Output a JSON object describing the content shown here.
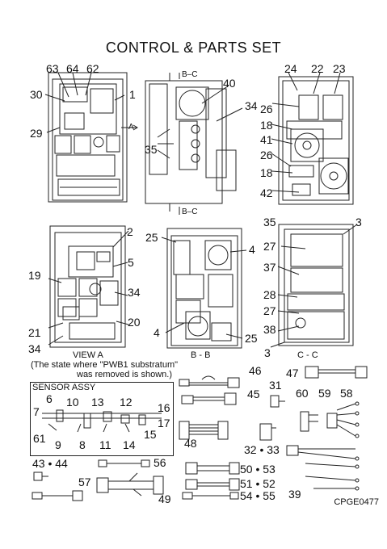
{
  "title": "CONTROL & PARTS SET",
  "views": {
    "top_section_label": "B",
    "top_section_suffix": "C",
    "view_a_caption": "VIEW A",
    "view_a_note_line1": "(The state where \"PWB1 substratum\"",
    "view_a_note_line2": "was removed is shown.)",
    "bb_caption": "B - B",
    "cc_caption": "C - C",
    "arrow_a": "A",
    "bottom_section_label": "B",
    "bottom_section_suffix": "C"
  },
  "sensor_assy": {
    "title": "SENSOR ASSY",
    "labels": [
      "6",
      "7",
      "10",
      "13",
      "12",
      "16",
      "17",
      "15",
      "14",
      "11",
      "8",
      "9",
      "61"
    ]
  },
  "part_numbers": {
    "p63": "63",
    "p64": "64",
    "p62": "62",
    "p30": "30",
    "p1": "1",
    "p29": "29",
    "p35a": "35",
    "p40": "40",
    "p34a": "34",
    "p24": "24",
    "p22": "22",
    "p23": "23",
    "p26a": "26",
    "p18a": "18",
    "p41": "41",
    "p26b": "26",
    "p18b": "18",
    "p42": "42",
    "p2": "2",
    "p5": "5",
    "p19": "19",
    "p34b": "34",
    "p20": "20",
    "p21": "21",
    "p34c": "34",
    "p25a": "25",
    "p4a": "4",
    "p4b": "4",
    "p25b": "25",
    "p35b": "35",
    "p3a": "3",
    "p27a": "27",
    "p37": "37",
    "p28": "28",
    "p27b": "27",
    "p38": "38",
    "p3b": "3",
    "p46": "46",
    "p45": "45",
    "p31": "31",
    "p47": "47",
    "p60": "60",
    "p59": "59",
    "p58": "58",
    "p48": "48",
    "p32_33": "32 • 33",
    "p43_44": "43 • 44",
    "p56": "56",
    "p57": "57",
    "p49": "49",
    "p50_53": "50 • 53",
    "p51_52": "51 • 52",
    "p54_55": "54 • 55",
    "p39": "39"
  },
  "drawing_code": "CPGE0477"
}
